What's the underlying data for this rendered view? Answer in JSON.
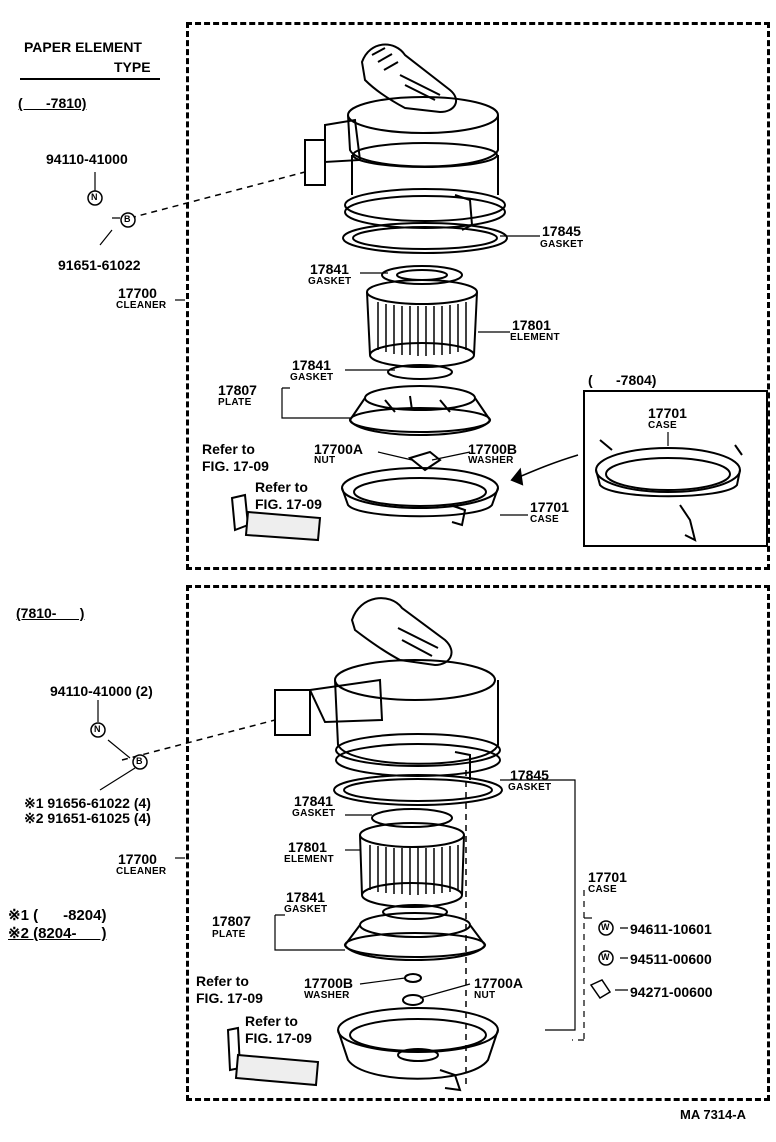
{
  "header": {
    "title_line1": "PAPER ELEMENT",
    "title_line2": "TYPE"
  },
  "top": {
    "range": "(      -7810)",
    "bolt": "94110-41000",
    "nut_symbol": "N",
    "bolt_symbol": "B",
    "washer_bolt": "91651-61022",
    "cleaner_num": "17700",
    "cleaner_name": "CLEANER",
    "gasket_outer_num": "17845",
    "gasket_outer_name": "GASKET",
    "gasket_upper_num": "17841",
    "gasket_upper_name": "GASKET",
    "element_num": "17801",
    "element_name": "ELEMENT",
    "gasket_lower_num": "17841",
    "gasket_lower_name": "GASKET",
    "plate_num": "17807",
    "plate_name": "PLATE",
    "nut_num": "17700A",
    "nut_name": "NUT",
    "washer_num": "17700B",
    "washer_name": "WASHER",
    "case_num": "17701",
    "case_name": "CASE",
    "refer1_a": "Refer to",
    "refer1_b": "FIG. 17-09",
    "refer2_a": "Refer to",
    "refer2_b": "FIG. 17-09",
    "inset_range": "(      -7804)",
    "inset_case_num": "17701",
    "inset_case_name": "CASE"
  },
  "bottom": {
    "range": "(7810-      )",
    "bolt": "94110-41000 (2)",
    "nut_symbol": "N",
    "bolt_symbol": "B",
    "washer_bolt1": "※1 91656-61022 (4)",
    "washer_bolt2": "※2 91651-61025 (4)",
    "cleaner_num": "17700",
    "cleaner_name": "CLEANER",
    "note1": "※1 (      -8204)",
    "note2": "※2 (8204-      )",
    "gasket_outer_num": "17845",
    "gasket_outer_name": "GASKET",
    "gasket_upper_num": "17841",
    "gasket_upper_name": "GASKET",
    "element_num": "17801",
    "element_name": "ELEMENT",
    "gasket_lower_num": "17841",
    "gasket_lower_name": "GASKET",
    "plate_num": "17807",
    "plate_name": "PLATE",
    "washer_num": "17700B",
    "washer_name": "WASHER",
    "nut_num": "17700A",
    "nut_name": "NUT",
    "case_num": "17701",
    "case_name": "CASE",
    "w_symbol": "W",
    "part_a": "94611-10601",
    "part_b": "94511-00600",
    "part_c": "94271-00600",
    "refer1_a": "Refer to",
    "refer1_b": "FIG. 17-09",
    "refer2_a": "Refer to",
    "refer2_b": "FIG. 17-09"
  },
  "footer": {
    "code": "MA 7314-A"
  }
}
